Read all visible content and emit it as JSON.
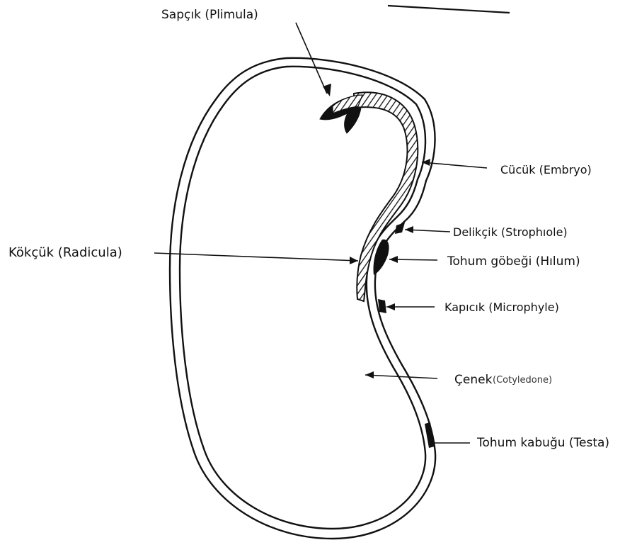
{
  "diagram": {
    "labels": {
      "plumula": "Sapçık (Plimula)",
      "embryo": "Cücük (Embryo)",
      "strophiole": "Delikçik (Strophıole)",
      "radicula": "Kökçük (Radicula)",
      "hilum": "Tohum göbeği (Hılum)",
      "micropyle": "Kapıcık (Microphyle)",
      "cotyledon_main": "Çenek",
      "cotyledon_sub": "(Cotyledone)",
      "testa": "Tohum kabuğu (Testa)"
    },
    "colors": {
      "ink": "#111111",
      "paper": "#ffffff"
    }
  }
}
